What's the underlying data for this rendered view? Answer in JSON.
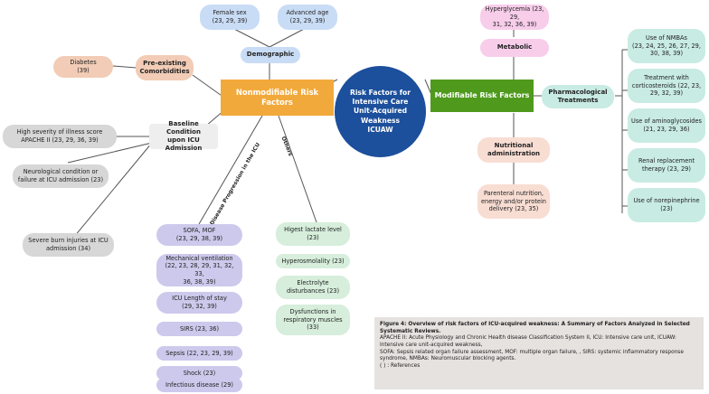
{
  "center": {
    "title": "Risk Factors for\nIntensive Care\nUnit-Acquired\nWeakness\nICUAW"
  },
  "nonmodifiable": {
    "title": "Nonmodifiable Risk\nFactors"
  },
  "modifiable": {
    "title": "Modifiable Risk Factors"
  },
  "demographic": {
    "title": "Demographic",
    "items": [
      "Female sex\n(23, 29, 39)",
      "Advanced age\n(23, 29, 39)"
    ]
  },
  "preexisting": {
    "title": "Pre-existing\nComorbidities",
    "items": [
      "Diabetes\n(39)"
    ]
  },
  "baseline": {
    "title": "Baseline Condition\nupon ICU Admission",
    "items": [
      "High severity of illness score\nAPACHE II  (23, 29, 36, 39)",
      "Neurological condition or\nfailure at ICU admission (23)",
      "Severe burn injuries at ICU\nadmission  (34)"
    ]
  },
  "disease_progression": {
    "title": "Disease Progression in the ICU",
    "items": [
      "SOFA, MOF\n(23, 29, 38, 39)",
      "Mechanical ventilation\n(22, 23, 28, 29, 31, 32, 33,\n36, 38, 39)",
      "ICU Length of stay\n(29, 32, 39)",
      "SIRS (23, 36)",
      "Sepsis  (22, 23, 29, 39)",
      "Shock  (23)",
      "Infectious disease  (29)"
    ]
  },
  "others": {
    "title": "Others",
    "items": [
      "Higest lactate level\n(23)",
      "Hyperosmolality (23)",
      "Electrolyte\ndisturbances (23)",
      "Dysfunctions in\nrespiratory muscles\n(33)"
    ]
  },
  "metabolic": {
    "title": "Metabolic",
    "items": [
      "Hyperglycemia (23, 29,\n31, 32, 36, 39)"
    ]
  },
  "nutritional": {
    "title": "Nutritional\nadministration",
    "items": [
      "Parenteral nutrition,\nenergy and/or protein\ndelivery (23, 35)"
    ]
  },
  "pharmacological": {
    "title": "Pharmacological\nTreatments",
    "items": [
      "Use of NMBAs\n(23, 24, 25, 26, 27, 29,\n30, 38, 39)",
      "Treatment with\ncorticosteroids (22, 23,\n29, 32, 39)",
      "Use of aminoglycosides\n(21, 23, 29, 36)",
      "Renal replacement\ntherapy (23, 29)",
      "Use of norepinephrine\n(23)"
    ]
  },
  "caption": {
    "title": "Figure 4: Overview of risk factors of ICU-acquired weakness: A Summary of Factors Analyzed in Selected Systematic Reviews.",
    "line1": "APACHE II: Acute Physiology and Chronic Health disease Classification System II, ICU: Intensive care unit, ICUAW: Intensive care unit-acquired weakness,",
    "line2": "SOFA: Sepsis related organ failure assessment, MOF: multiple organ failure, , SIRS: systemic inflammatory response syndrome,  NMBAs: Neuromuscular blocking agents.",
    "line3": "( ) : References"
  },
  "colors": {
    "center": "#1c4f9c",
    "nonmodifiable": "#f2a93b",
    "modifiable": "#4f9a1d",
    "lines": "#555555"
  }
}
